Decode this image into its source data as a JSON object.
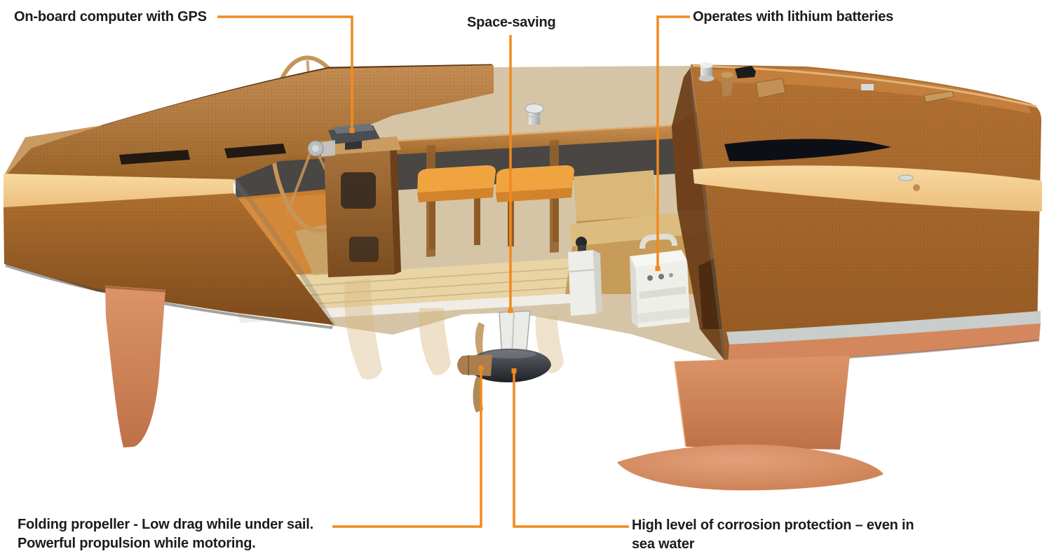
{
  "style": {
    "accent_color": "#F2891D",
    "label_color": "#1C1C1C",
    "background": "#FFFFFF",
    "palette": {
      "cream_stripe": "#F3CD92",
      "keel_salmon": "#D0815A",
      "pod_dark": "#34383D"
    }
  },
  "illustration": {
    "subject": "Cutaway side view of a wooden sailboat hull showing cockpit with steering wheel, electric pod drive with folding propeller under the hull, battery box inside, keel with bulb and rudder"
  },
  "callouts": {
    "gps": {
      "lines": [
        "On-board computer with GPS"
      ]
    },
    "space": {
      "lines": [
        "Space-saving"
      ]
    },
    "batteries": {
      "lines": [
        "Operates with lithium batteries"
      ]
    },
    "propeller": {
      "lines": [
        "Folding propeller - Low drag while under sail.",
        "Powerful propulsion while motoring."
      ]
    },
    "corrosion": {
      "lines": [
        "High level of corrosion protection – even in",
        "sea water"
      ]
    }
  }
}
